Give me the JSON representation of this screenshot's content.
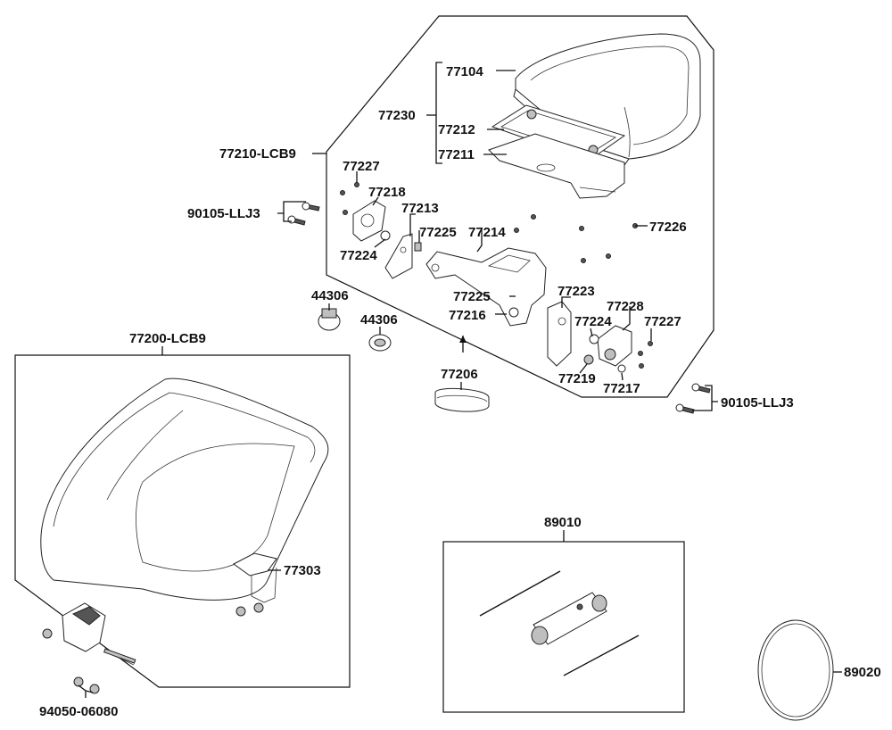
{
  "labels": {
    "p77104": "77104",
    "p77230": "77230",
    "p77212": "77212",
    "p77211": "77211",
    "p77210": "77210-LCB9",
    "p77227a": "77227",
    "p77218": "77218",
    "p77213": "77213",
    "p90105a": "90105-LLJ3",
    "p77225a": "77225",
    "p77214": "77214",
    "p77226": "77226",
    "p77224a": "77224",
    "p44306a": "44306",
    "p44306b": "44306",
    "p77225b": "77225",
    "p77216": "77216",
    "p77223": "77223",
    "p77228": "77228",
    "p77224b": "77224",
    "p77227b": "77227",
    "p77219": "77219",
    "p77217": "77217",
    "p77206": "77206",
    "p90105b": "90105-LLJ3",
    "p77200": "77200-LCB9",
    "p77303": "77303",
    "p89010": "89010",
    "p89020": "89020",
    "p94050": "94050-06080"
  }
}
